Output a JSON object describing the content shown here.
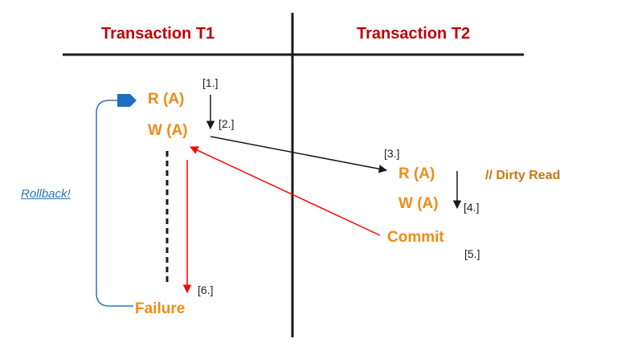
{
  "headers": {
    "t1": "Transaction T1",
    "t2": "Transaction T2"
  },
  "t1_ops": {
    "read": "R (A)",
    "write": "W (A)",
    "failure": "Failure"
  },
  "t2_ops": {
    "read": "R (A)",
    "write": "W (A)",
    "commit": "Commit"
  },
  "comment": "// Dirty Read",
  "rollback_link": "Rollback!",
  "steps": {
    "s1": "[1.]",
    "s2": "[2.]",
    "s3": "[3.]",
    "s4": "[4.]",
    "s5": "[5.]",
    "s6": "[6.]"
  },
  "colors": {
    "header": "#c00000",
    "operation": "#f08c14",
    "red_arrow": "#ff0000",
    "rollback": "#2e75b6",
    "line": "#1a1a1a"
  }
}
